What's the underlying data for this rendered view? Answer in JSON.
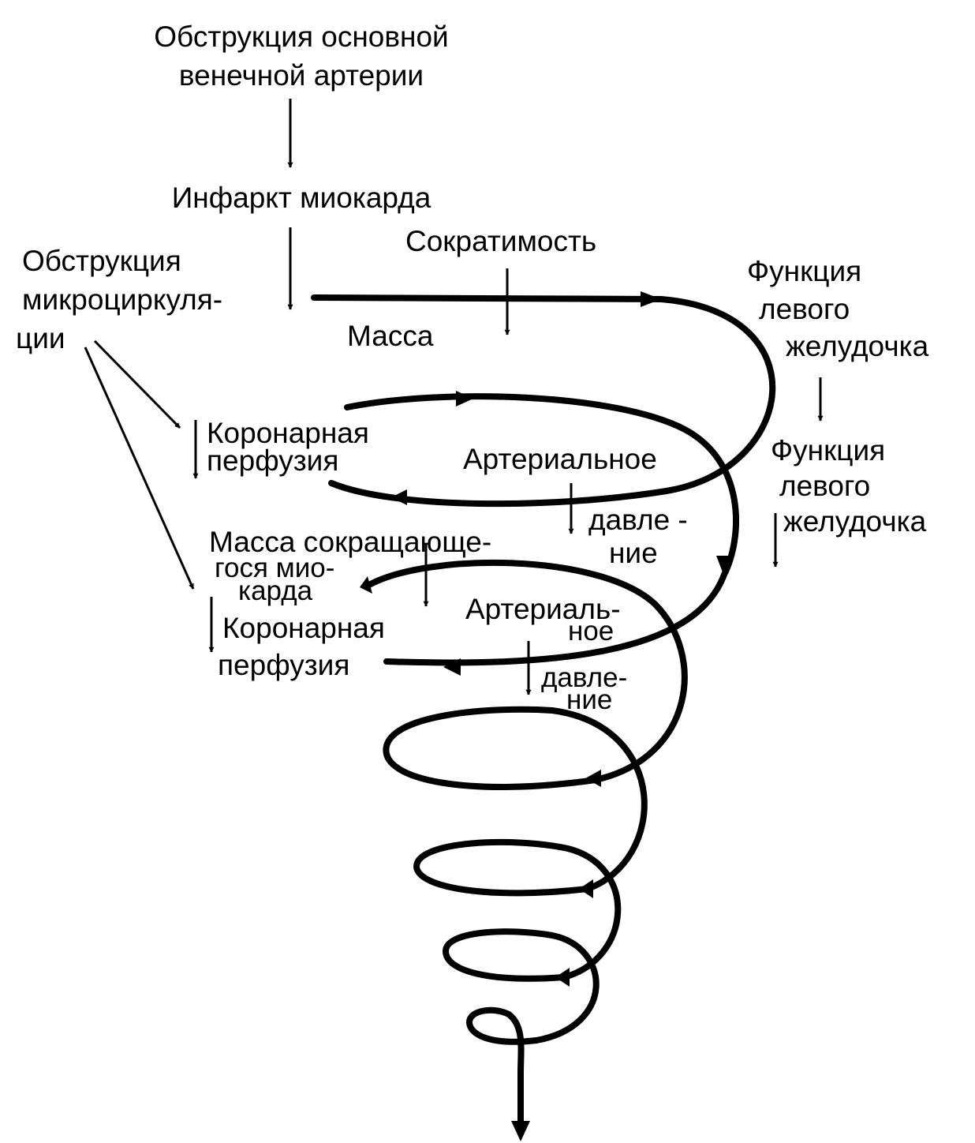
{
  "labels": {
    "main_obstruction_line1": "Обструкция основной",
    "main_obstruction_line2": "венечной артерии",
    "infarction": "Инфаркт миокарда",
    "microcirculation_line1": "Обструкция",
    "microcirculation_line2": "микроциркуля-",
    "microcirculation_line3": "ции",
    "contractility": "Сократимость",
    "mass": "Масса",
    "lv_function_1_line1": "Функция",
    "lv_function_1_line2": "левого",
    "lv_function_1_line3": "желудочка",
    "lv_function_2_line1": "Функция",
    "lv_function_2_line2": "левого",
    "lv_function_2_line3": "желудочка",
    "coronary_perfusion_1_line1": "Коронарная",
    "coronary_perfusion_1_line2": "перфузия",
    "arterial_pressure_1_line1": "Артериальное",
    "arterial_pressure_1_line2": "давле -",
    "arterial_pressure_1_line3": "ние",
    "contracting_mass_line1": "Масса сокращающе-",
    "contracting_mass_line2": "гося мио-",
    "contracting_mass_line3": "карда",
    "coronary_perfusion_2_line1": "Коронарная",
    "coronary_perfusion_2_line2": "перфузия",
    "arterial_pressure_2_line1": "Артериаль-",
    "arterial_pressure_2_line2": "ное",
    "arterial_pressure_2_line3": "давле-",
    "arterial_pressure_2_line4": "ние"
  },
  "colors": {
    "ink": "#000000",
    "background": "#ffffff"
  }
}
